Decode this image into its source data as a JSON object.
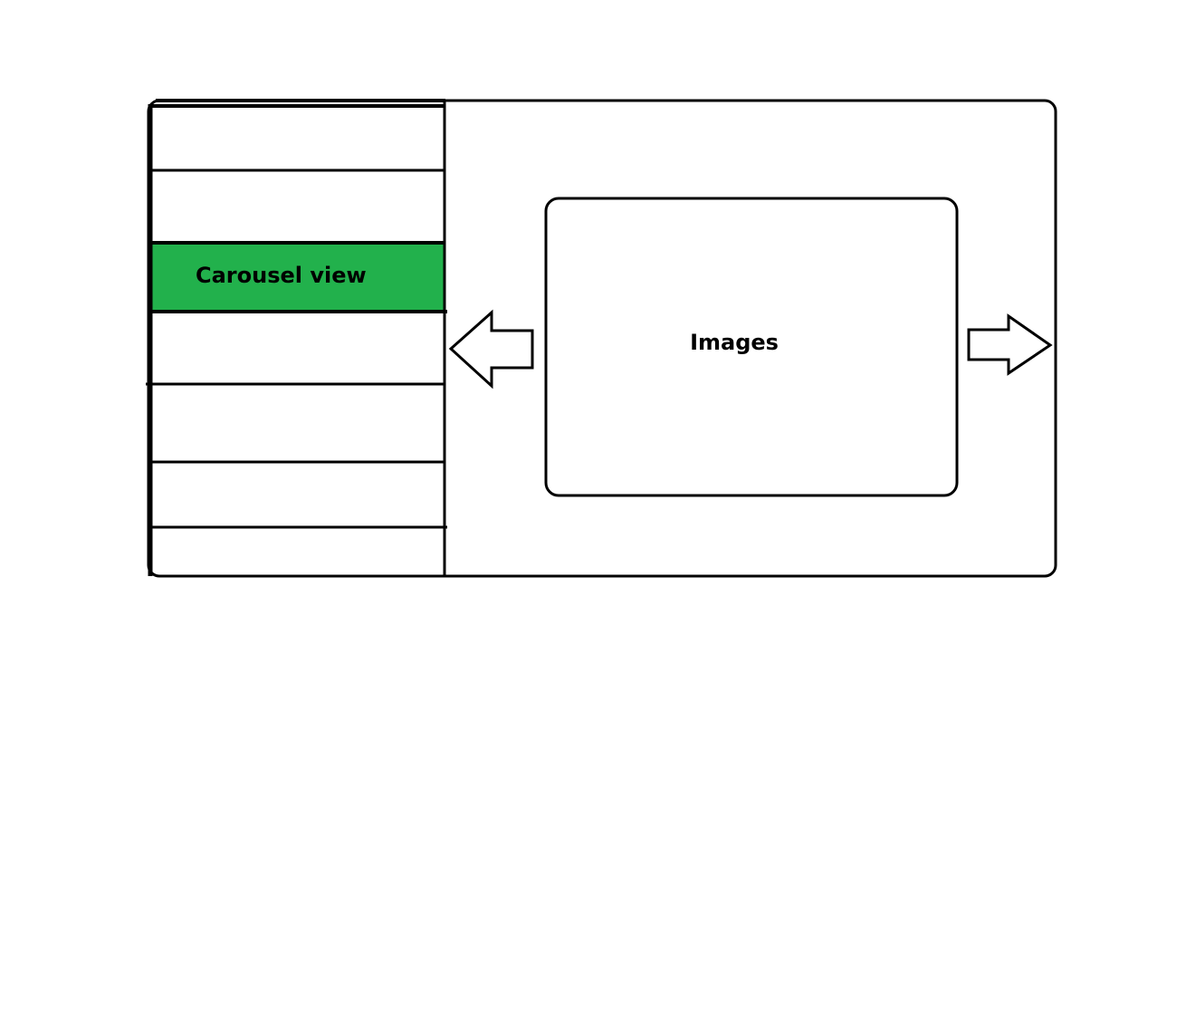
{
  "sidebar": {
    "rows": [
      "",
      "",
      "Carousel view",
      "",
      "",
      "",
      ""
    ],
    "highlighted_label": "Carousel view",
    "highlight_color": "#22b14c"
  },
  "main": {
    "image_area_label": "Images",
    "prev_arrow_icon": "arrow-left-icon",
    "next_arrow_icon": "arrow-right-icon"
  }
}
